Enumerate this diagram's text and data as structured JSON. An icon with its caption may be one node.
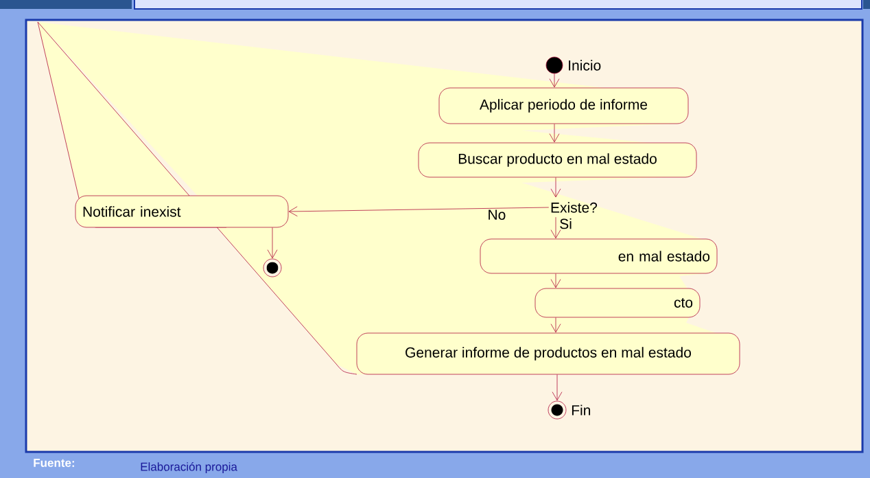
{
  "diagram": {
    "nodes": [
      {
        "text": [],
        "shape": "circle",
        "beside": [
          "Inicio"
        ]
      },
      {
        "text": [
          "Aplicar periodo de informe"
        ]
      },
      {
        "text": [
          "Buscar producto en mal estado"
        ]
      },
      {
        "text": [
          "Existe?"
        ]
      },
      {
        "text": [
          "Notificar inexist"
        ]
      },
      {
        "text": [],
        "shape": "circle"
      },
      {
        "text": [
          "en mal estado"
        ]
      },
      {
        "text": [
          "cto"
        ]
      },
      {
        "text": [
          "Generar informe de productos en mal estado"
        ]
      },
      {
        "text": [],
        "shape": "circle",
        "beside": [
          "Fin"
        ]
      }
    ],
    "edges": [
      {
        "from": 0,
        "to": 1,
        "arrow": "to"
      },
      {
        "from": 1,
        "to": 2,
        "arrow": "to"
      },
      {
        "from": 2,
        "to": 3,
        "arrow": "to"
      },
      {
        "from": 3,
        "to": 4,
        "arrow": "to",
        "label": "No"
      },
      {
        "from": 3,
        "to": 6,
        "arrow": "to",
        "label": "Si"
      },
      {
        "from": 4,
        "to": 5,
        "arrow": "to"
      },
      {
        "from": 6,
        "to": 7,
        "arrow": "to"
      },
      {
        "from": 7,
        "to": 8,
        "arrow": "to"
      },
      {
        "from": 8,
        "to": 9,
        "arrow": "to"
      }
    ],
    "labels": [
      "Fuente:",
      "Elaboración propia"
    ]
  }
}
